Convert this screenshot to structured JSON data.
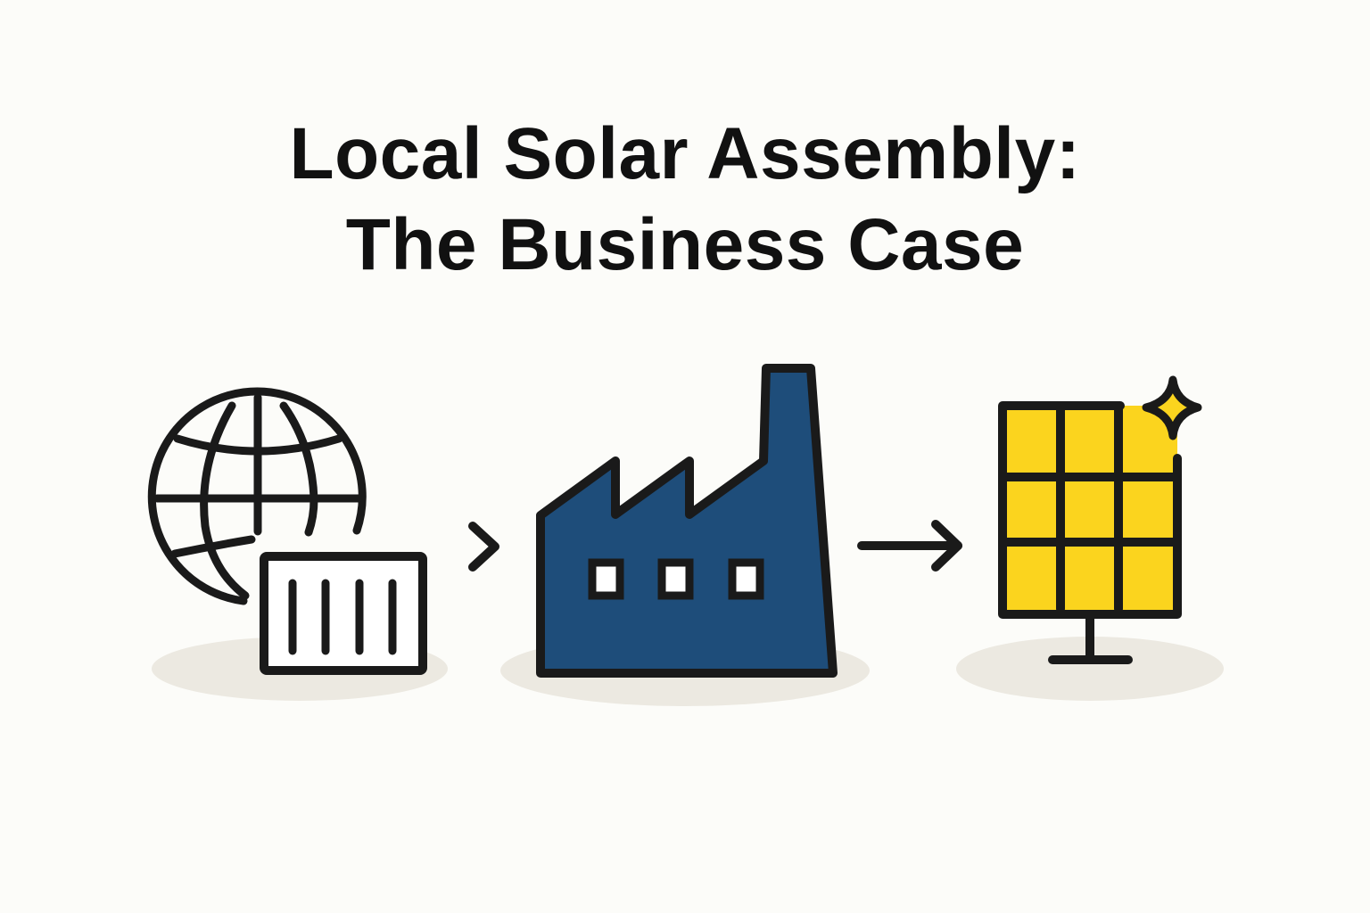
{
  "title": {
    "line1": "Local Solar Assembly:",
    "line2": "The Business Case"
  },
  "colors": {
    "background": "#fcfcf9",
    "stroke": "#1a1a1a",
    "factory_fill": "#1e4d7a",
    "panel_fill": "#fbd41e",
    "ground_shadow": "#ece9e1"
  },
  "flow": {
    "steps": [
      {
        "id": "global-import",
        "icons": [
          "globe-icon",
          "shipping-container-icon"
        ]
      },
      {
        "id": "local-factory",
        "icons": [
          "factory-icon"
        ]
      },
      {
        "id": "solar-panel",
        "icons": [
          "solar-panel-icon",
          "sparkle-icon"
        ]
      }
    ],
    "connectors": [
      "arrow-right-icon",
      "arrow-right-icon"
    ]
  }
}
